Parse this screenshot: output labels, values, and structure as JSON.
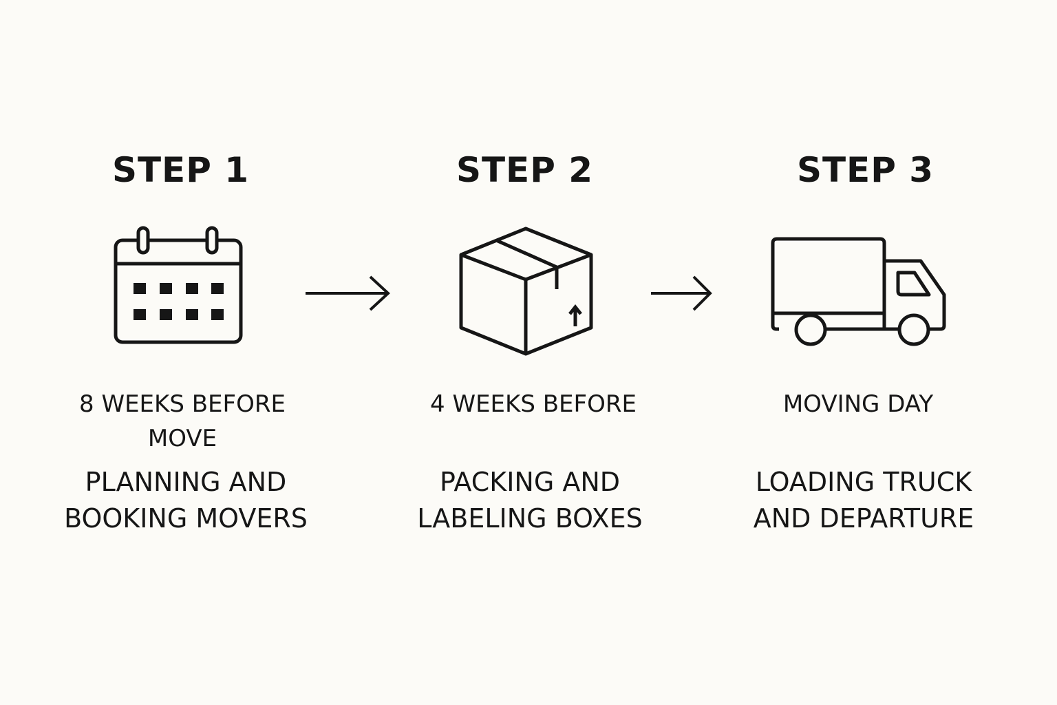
{
  "colors": {
    "background": "#fcfbf7",
    "ink": "#161616"
  },
  "steps": [
    {
      "title": "STEP 1",
      "icon": "calendar-icon",
      "timing": "8 WEEKS BEFORE MOVE",
      "description_line1": "PLANNING AND",
      "description_line2": "BOOKING MOVERS"
    },
    {
      "title": "STEP 2",
      "icon": "box-icon",
      "timing": "4 WEEKS BEFORE",
      "description_line1": "PACKING AND",
      "description_line2": "LABELING BOXES"
    },
    {
      "title": "STEP 3",
      "icon": "truck-icon",
      "timing": "MOVING DAY",
      "description_line1": "LOADING TRUCK",
      "description_line2": "AND DEPARTURE"
    }
  ],
  "connectors": [
    "arrow-right-icon",
    "arrow-right-icon"
  ]
}
